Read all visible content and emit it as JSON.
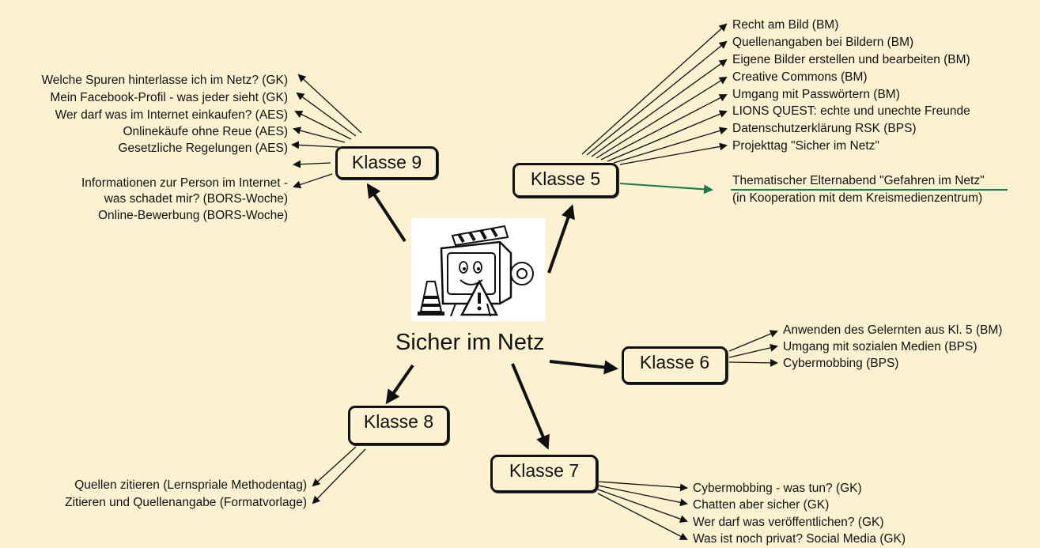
{
  "center": {
    "title": "Sicher im Netz",
    "icon": "computer-mascot-warning-icon"
  },
  "klasse9": {
    "label": "Klasse 9",
    "items": [
      "Welche Spuren hinterlasse ich im Netz? (GK)",
      "Mein Facebook-Profil - was jeder sieht (GK)",
      "Wer darf was im Internet einkaufen? (AES)",
      "Onlinekäufe ohne Reue (AES)",
      "Gesetzliche Regelungen (AES)",
      "Informationen zur Person im Internet -",
      "was schadet mir? (BORS-Woche)",
      "Online-Bewerbung (BORS-Woche)"
    ]
  },
  "klasse5": {
    "label": "Klasse 5",
    "items": [
      "Recht am Bild (BM)",
      "Quellenangaben bei Bildern (BM)",
      "Eigene Bilder erstellen und bearbeiten (BM)",
      "Creative Commons (BM)",
      "Umgang mit Passwörtern (BM)",
      "LIONS QUEST: echte und unechte Freunde",
      "Datenschutzerklärung RSK (BPS)",
      "Projekttag \"Sicher im Netz\""
    ],
    "highlight": {
      "line1": "Thematischer Elternabend \"Gefahren im Netz\"",
      "line2": "(in Kooperation mit dem Kreismedienzentrum)",
      "color": "#1e7a4e"
    }
  },
  "klasse6": {
    "label": "Klasse 6",
    "items": [
      "Anwenden des Gelernten aus Kl. 5 (BM)",
      "Umgang mit sozialen Medien (BPS)",
      "Cybermobbing (BPS)"
    ]
  },
  "klasse7": {
    "label": "Klasse 7",
    "items": [
      "Cybermobbing - was tun? (GK)",
      "Chatten aber sicher (GK)",
      "Wer darf was veröffentlichen? (GK)",
      "Was ist noch privat? Social Media (GK)"
    ]
  },
  "klasse8": {
    "label": "Klasse 8",
    "items": [
      "Quellen zitieren (Lernspriale Methodentag)",
      "Zitieren und Quellenangabe (Formatvorlage)"
    ]
  },
  "colors": {
    "background": "#fcf2d2",
    "ink": "#111111",
    "accent": "#1e7a4e"
  }
}
